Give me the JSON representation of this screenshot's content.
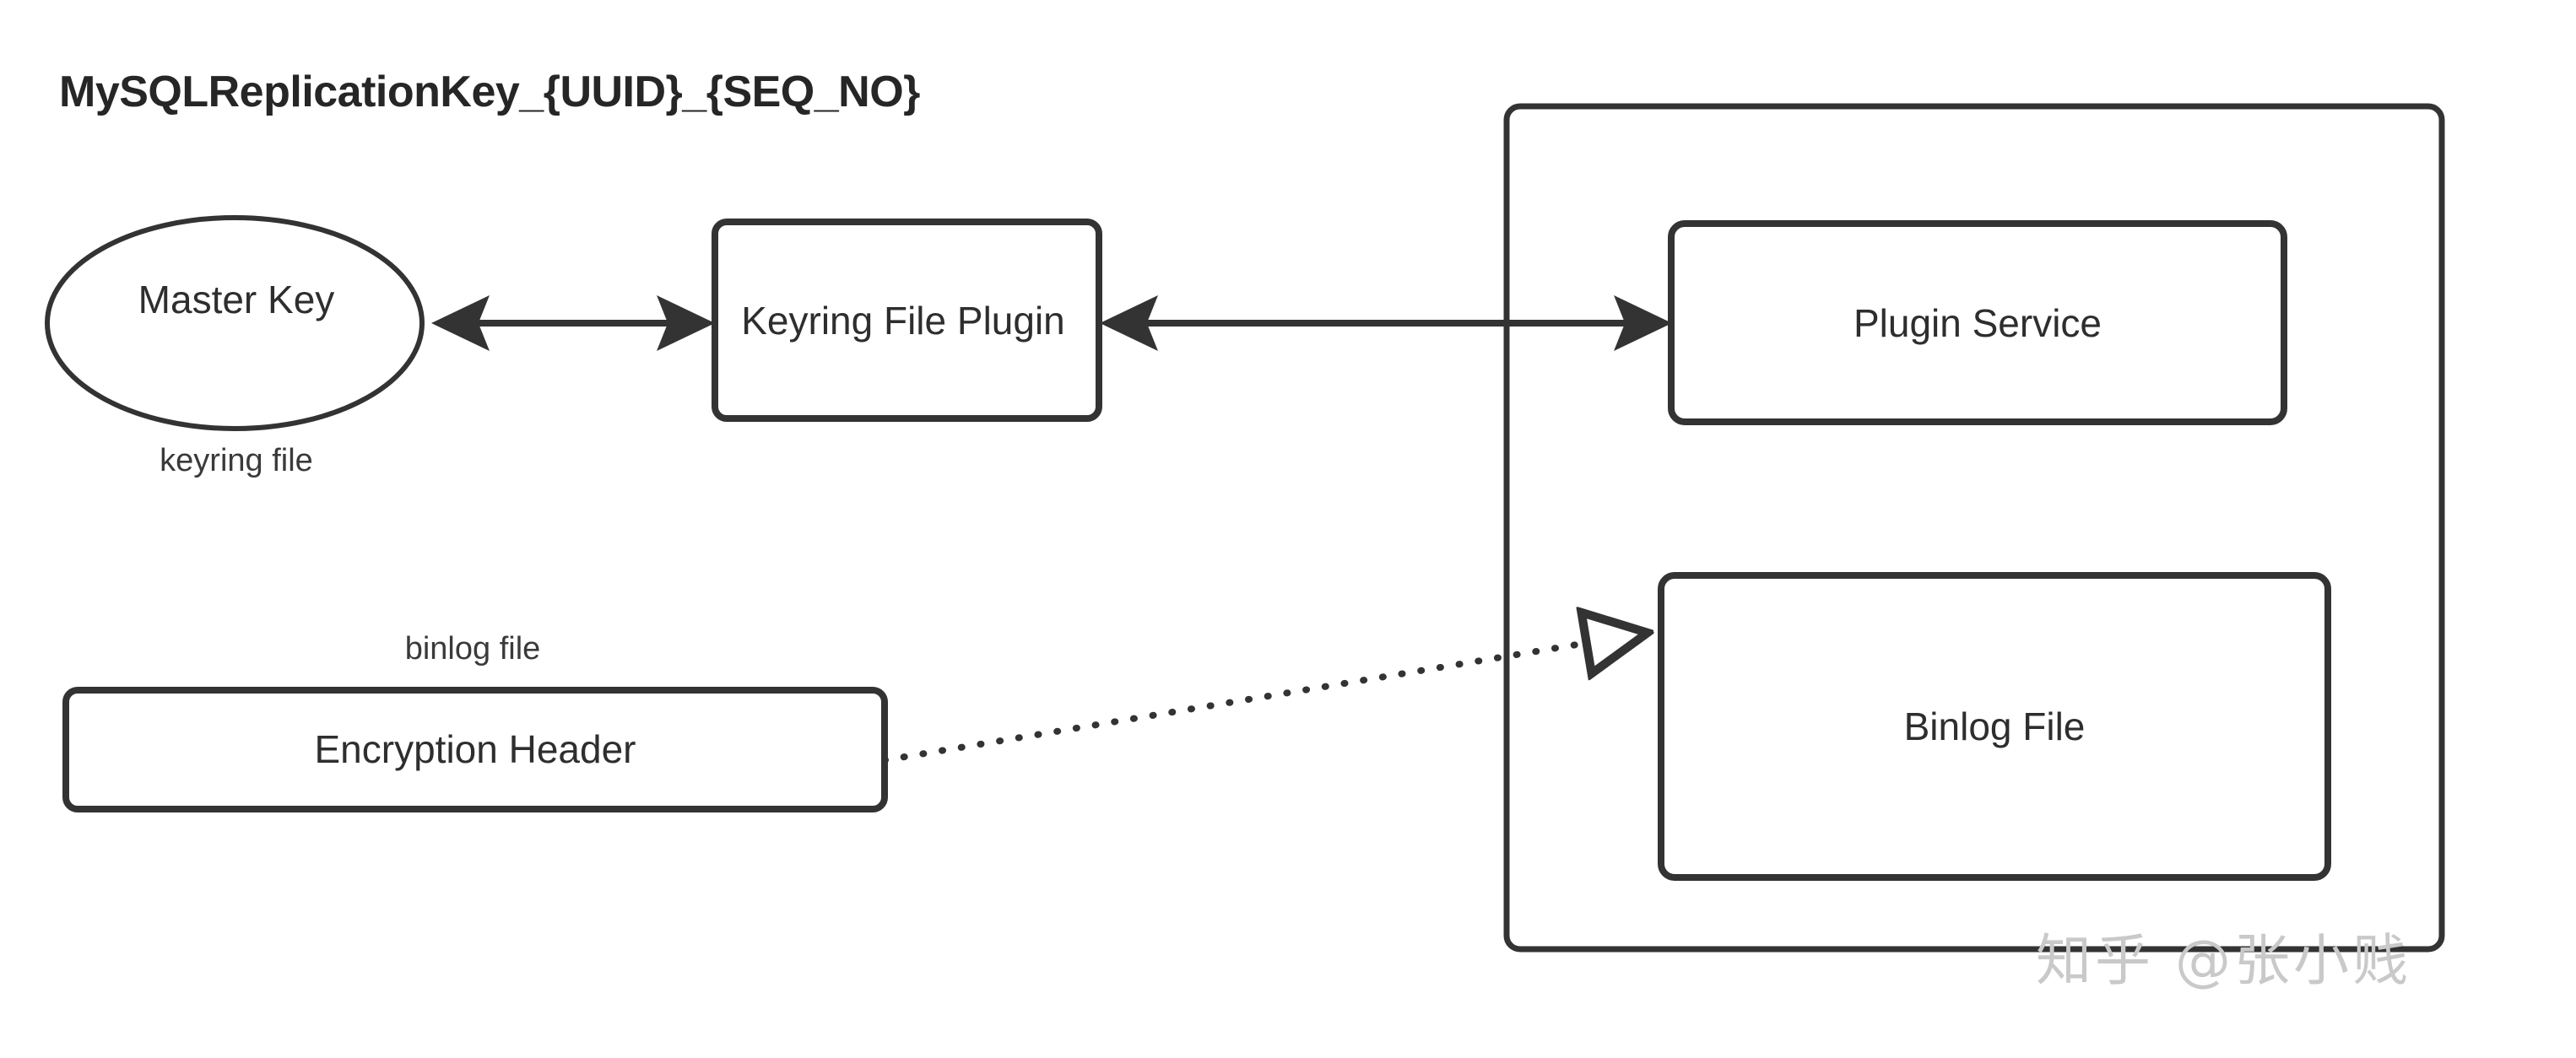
{
  "title": "MySQLReplicationKey_{UUID}_{SEQ_NO}",
  "nodes": {
    "master_key": {
      "label": "Master Key",
      "shape": "ellipse",
      "caption": "keyring file"
    },
    "keyring_file_plugin": {
      "label": "Keyring File\nPlugin",
      "shape": "rounded-rect"
    },
    "plugin_service": {
      "label": "Plugin Service",
      "shape": "rounded-rect"
    },
    "binlog_file": {
      "label": "Binlog File",
      "shape": "rounded-rect"
    },
    "encryption_header": {
      "label": "Encryption Header",
      "shape": "rounded-rect",
      "caption": "binlog file"
    },
    "server_container": {
      "label": "",
      "shape": "rounded-rect"
    }
  },
  "edges": [
    {
      "from": "master_key",
      "to": "keyring_file_plugin",
      "style": "solid",
      "arrow": "both",
      "arrowhead": "filled"
    },
    {
      "from": "keyring_file_plugin",
      "to": "plugin_service",
      "style": "solid",
      "arrow": "both",
      "arrowhead": "filled"
    },
    {
      "from": "encryption_header",
      "to": "binlog_file",
      "style": "dotted",
      "arrow": "to",
      "arrowhead": "hollow"
    }
  ],
  "watermark": "知乎 @张小贱",
  "colors": {
    "background": "#ffffff",
    "stroke": "#333333",
    "text": "#2e2e2e",
    "title": "#262626",
    "watermark": "#c9c9c9"
  }
}
